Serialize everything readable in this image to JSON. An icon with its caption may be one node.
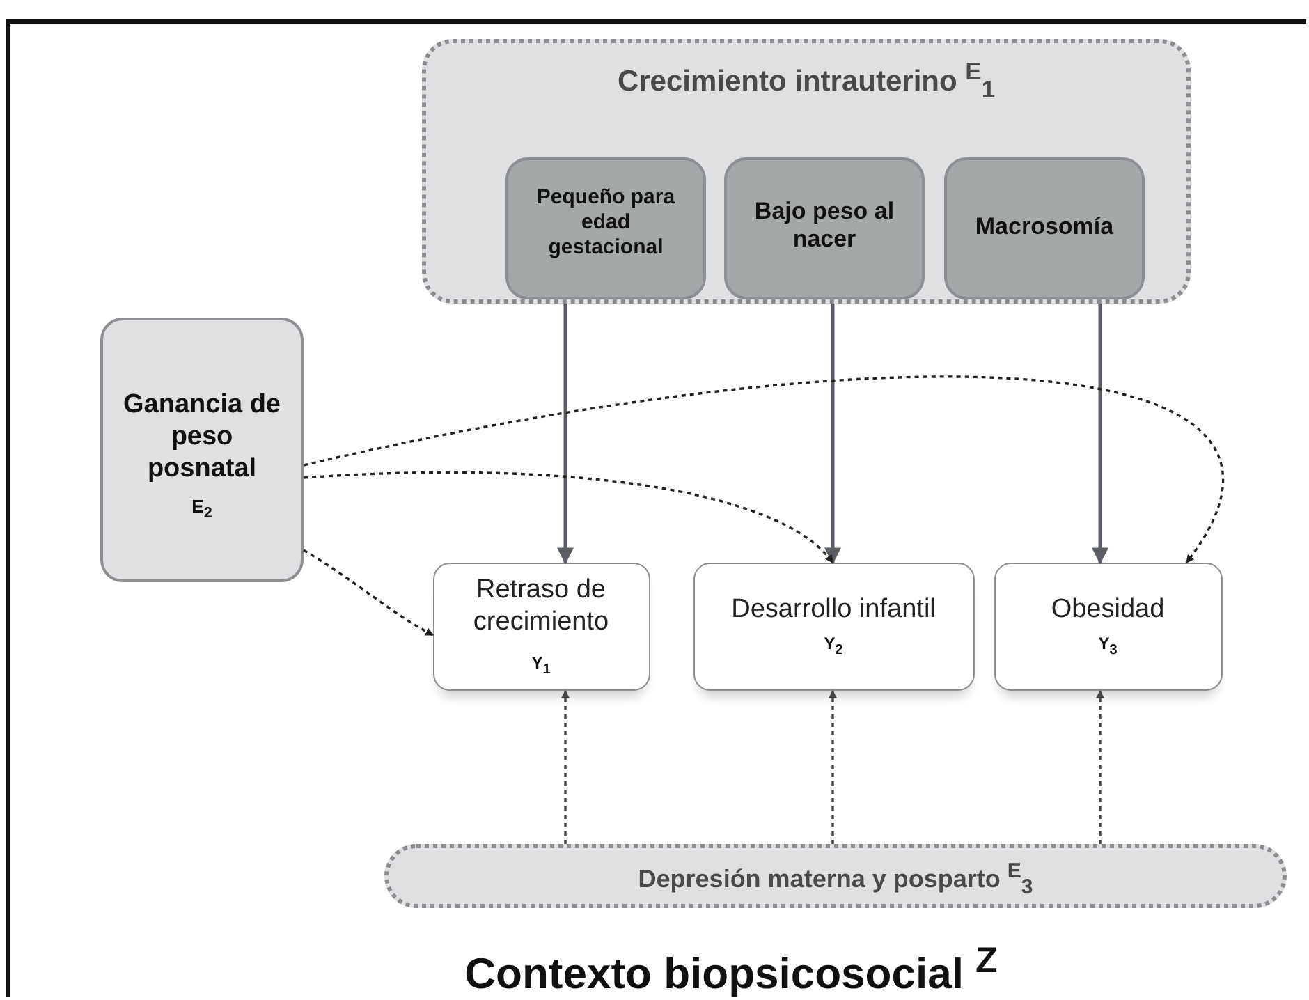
{
  "diagram": {
    "nodes": [
      {
        "text": [
          "Contexto biopsicosocial $^{Z}$"
        ]
      },
      {
        "text": [
          "Crecimiento intrauterino $^{E}$$_{1}$"
        ],
        "in": 0
      },
      {
        "text": [
          "Pequeño para edad gestacional"
        ],
        "in": 1
      },
      {
        "text": [
          "Bajo peso al nacer"
        ],
        "in": 1
      },
      {
        "text": [
          "Macrosomía"
        ],
        "in": 1
      },
      {
        "text": [
          "Ganancia de peso posnatal",
          "E$_{2}$"
        ],
        "in": 0
      },
      {
        "text": [
          "Retraso de crecimiento",
          "Y$_{1}$"
        ],
        "in": 0
      },
      {
        "text": [
          "Desarrollo infantil",
          "Y$_{2}$"
        ],
        "in": 0
      },
      {
        "text": [
          "Obesidad",
          "Y$_{3}$"
        ],
        "in": 0
      },
      {
        "text": [
          "Depresión materna y posparto $^{E}$$_{3}$"
        ],
        "in": 0
      }
    ],
    "edges": [
      {
        "from": 1,
        "to": 6,
        "arrow": "to"
      },
      {
        "from": 1,
        "to": 7,
        "arrow": "to"
      },
      {
        "from": 1,
        "to": 8,
        "arrow": "to"
      },
      {
        "from": 5,
        "to": 6,
        "arrow": "to",
        "style": "dashed",
        "color": "#222222"
      },
      {
        "from": 5,
        "to": 7,
        "arrow": "to",
        "style": "dashed",
        "color": "#222222"
      },
      {
        "from": 5,
        "to": 8,
        "arrow": "to",
        "style": "dashed",
        "color": "#222222"
      },
      {
        "from": 9,
        "to": 6,
        "arrow": "to",
        "style": "dashed",
        "color": "#444444"
      },
      {
        "from": 9,
        "to": 7,
        "arrow": "to",
        "style": "dashed",
        "color": "#444444"
      },
      {
        "from": 9,
        "to": 8,
        "arrow": "to",
        "style": "dashed",
        "color": "#444444"
      }
    ]
  }
}
